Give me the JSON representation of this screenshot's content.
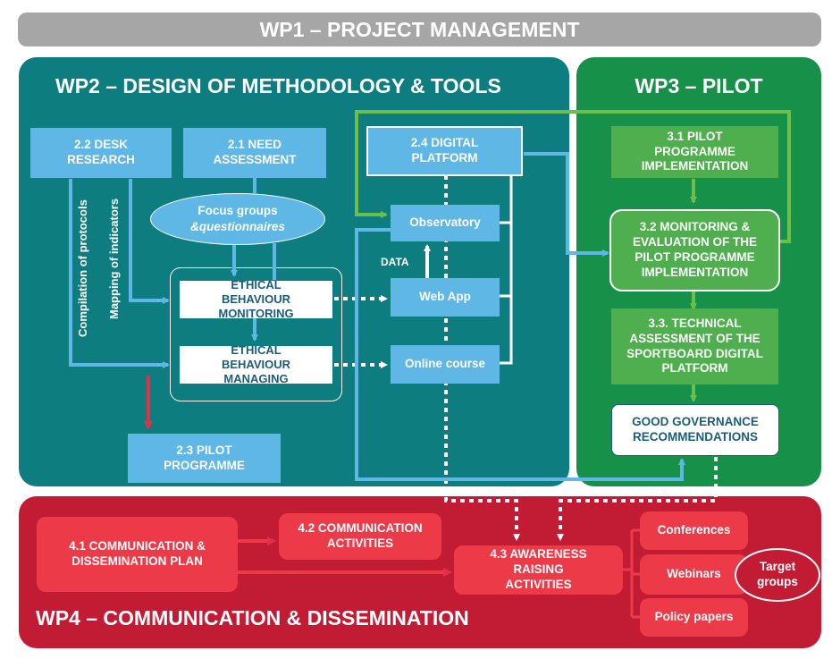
{
  "wp1": {
    "title": "WP1 – PROJECT MANAGEMENT"
  },
  "wp2": {
    "title": "WP2 – DESIGN OF METHODOLOGY & TOOLS",
    "desk_research": "2.2 DESK RESEARCH",
    "need_assessment": "2.1 NEED ASSESSMENT",
    "focus_groups": "Focus groups",
    "questionnaires": "&questionnaires",
    "ethical_monitoring": "ETHICAL BEHAVIOUR MONITORING",
    "ethical_managing": "ETHICAL BEHAVIOUR MANAGING",
    "pilot_programme": "2.3 PILOT PROGRAMME",
    "digital_platform": "2.4 DIGITAL PLATFORM",
    "observatory": "Observatory",
    "web_app": "Web App",
    "online_course": "Online course",
    "data_label": "DATA",
    "compilation_label": "Compilation of protocols",
    "mapping_label": "Mapping of indicators"
  },
  "wp3": {
    "title": "WP3 – PILOT",
    "pilot_impl": "3.1 PILOT PROGRAMME IMPLEMENTATION",
    "monitoring_eval": "3.2  MONITORING & EVALUATION OF THE PILOT PROGRAMME IMPLEMENTATION",
    "technical_assessment": "3.3. TECHNICAL ASSESSMENT OF THE SPORTBOARD DIGITAL PLATFORM",
    "good_governance": "GOOD GOVERNANCE RECOMMENDATIONS"
  },
  "wp4": {
    "title": "WP4 – COMMUNICATION & DISSEMINATION",
    "comm_plan": "4.1 COMMUNICATION & DISSEMINATION PLAN",
    "comm_activities": "4.2 COMMUNICATION ACTIVITIES",
    "awareness": "4.3 AWARENESS RAISING ACTIVITIES",
    "conferences": "Conferences",
    "webinars": "Webinars",
    "policy_papers": "Policy papers",
    "target_groups": "Target groups"
  },
  "colors": {
    "teal": "#0d7d80",
    "green": "#17914a",
    "red": "#c21c35",
    "grey": "#a6a6a6",
    "light_blue": "#5fb7e6",
    "light_green": "#4fae4e",
    "light_red": "#ec3a49"
  }
}
